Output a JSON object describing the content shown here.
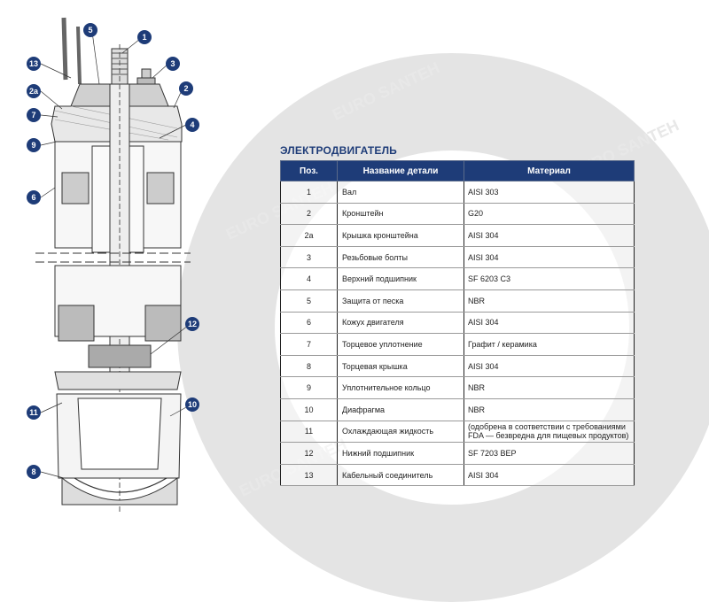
{
  "section_title": "ЭЛЕКТРОДВИГАТЕЛЬ",
  "table": {
    "headers": [
      "Поз.",
      "Название детали",
      "Материал"
    ],
    "rows": [
      {
        "pos": "1",
        "name": "Вал",
        "material": "AISI 303"
      },
      {
        "pos": "2",
        "name": "Кронштейн",
        "material": "G20"
      },
      {
        "pos": "2a",
        "name": "Крышка кронштейна",
        "material": "AISI 304"
      },
      {
        "pos": "3",
        "name": "Резьбовые болты",
        "material": "AISI 304"
      },
      {
        "pos": "4",
        "name": "Верхний подшипник",
        "material": "SF 6203 C3"
      },
      {
        "pos": "5",
        "name": "Защита от песка",
        "material": "NBR"
      },
      {
        "pos": "6",
        "name": "Кожух двигателя",
        "material": "AISI 304"
      },
      {
        "pos": "7",
        "name": "Торцевое уплотнение",
        "material": "Графит / керамика"
      },
      {
        "pos": "8",
        "name": "Торцевая крышка",
        "material": "AISI 304"
      },
      {
        "pos": "9",
        "name": "Уплотнительное кольцо",
        "material": "NBR"
      },
      {
        "pos": "10",
        "name": "Диафрагма",
        "material": "NBR"
      },
      {
        "pos": "11",
        "name": "Охлаждающая жидкость",
        "material": "(одобрена в соответствии с требованиями FDA — безвредна для пищевых продуктов)"
      },
      {
        "pos": "12",
        "name": "Нижний подшипник",
        "material": "SF 7203 BEP"
      },
      {
        "pos": "13",
        "name": "Кабельный соединитель",
        "material": "AISI 304"
      }
    ]
  },
  "callouts": [
    "1",
    "2",
    "2a",
    "3",
    "4",
    "5",
    "6",
    "7",
    "8",
    "9",
    "10",
    "11",
    "12",
    "13"
  ],
  "watermark": "EURO SANTEH",
  "colors": {
    "accent": "#1e3c78",
    "watermark": "#e4e4e4"
  }
}
